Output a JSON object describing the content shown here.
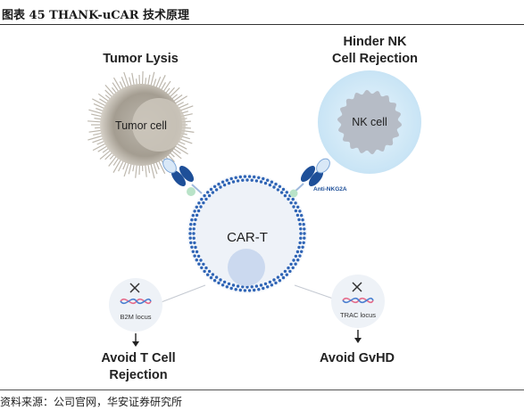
{
  "header": {
    "caption": "图表 45 THANK-uCAR 技术原理"
  },
  "labels": {
    "tumor_lysis": "Tumor Lysis",
    "hinder_nk_line1": "Hinder NK",
    "hinder_nk_line2": "Cell Rejection",
    "tumor_cell": "Tumor cell",
    "nk_cell": "NK cell",
    "anti_nkg2a": "Anti-NKG2A",
    "car_t": "CAR-T",
    "b2m_locus": "B2M locus",
    "trac_locus": "TRAC locus",
    "avoid_t_line1": "Avoid T Cell",
    "avoid_t_line2": "Rejection",
    "avoid_gvhd": "Avoid GvHD"
  },
  "footer": {
    "source": "资料来源：公司官网，华安证券研究所"
  },
  "colors": {
    "membrane": "#2f64b5",
    "tumor_cell": "#a9a297",
    "nk_glow": "#cfe8f6",
    "nk_core": "#b8bdc6",
    "car_t_core": "#dfe8f5",
    "nucleus": "#cbd9ef",
    "receptor_dark": "#1e4f98",
    "receptor_mid": "#7ea7d8",
    "linker_green": "#b9e3c8"
  }
}
